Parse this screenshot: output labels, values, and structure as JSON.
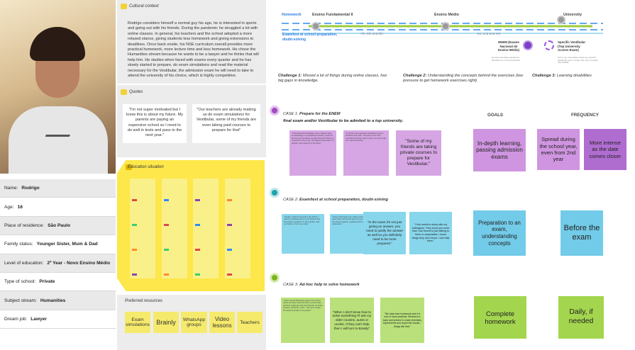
{
  "persona": {
    "fields": [
      {
        "label": "Name:",
        "value": "Rodrigo"
      },
      {
        "label": "Age:",
        "value": "16"
      },
      {
        "label": "Place of residence:",
        "value": "São Paulo"
      },
      {
        "label": "Family status:",
        "value": "Younger Sister, Mum & Dad"
      },
      {
        "label": "Level of education:",
        "value": "2º Year - Novo Ensino Médio"
      },
      {
        "label": "Type of school:",
        "value": "Private"
      },
      {
        "label": "Subject stream:",
        "value": "Humanities"
      },
      {
        "label": "Dream job:",
        "value": "Lawyer"
      }
    ]
  },
  "context": {
    "title": "Cultural context",
    "text": "Rodrigo considers himself a normal guy his age, he is interested in sports and going out with his friends. During the pandemic he struggled a lot with online classes. In general, his teachers and the school adopted a more relaxed stance, giving students less homework and giving extensions to deadlines. Once back onsite, his NSE curriculum overall provides more practical homework, more lecture time and less homework. He chose the Humanities stream because he wants to be a lawyer and he thinks that will help him. He studies when faced with exams every quarter and he has slowly started to prepare, do exam simulations and read the material necessary for the Vestibular, the admission exam he will need to take to attend the university of his choice, which is highly competitive."
  },
  "quotes": {
    "title": "Quotes",
    "items": [
      "\"I'm not super motivated but I know this is about my future. My parents are paying an expensive school so I need to do well in tests and pass to the next year.\"",
      "\"Our teachers are already making us do exam simulations for Vestibular, some of my friends are even taking paid courses to prepare for that\""
    ]
  },
  "education": {
    "title": "Education situation"
  },
  "resources": {
    "title": "Preferred resources",
    "items": [
      "Exam simulations",
      "Brainly",
      "WhatsApp groups",
      "Video lessons",
      "Teachers"
    ]
  },
  "timeline": {
    "homework": "Homework",
    "ef": "Ensino Fundamental II",
    "em": "Ensino Médio",
    "uni": "University",
    "grades_ef": "7th, 8th and 9th",
    "grades_em": "1st, 2nd and 3rd",
    "exam_label": "Exam/test at school preparation, doubt-solving",
    "enem": "ENEM (Exame Nacional do Ensino Médio)",
    "enem_sub": "do tests simulating (academic admission to most universities",
    "vest": "Specific Vestibular (Top University Access Exam)",
    "vest_sub": "Some top universities require an specific Vestibular exam, longer and more complex than ENEM"
  },
  "challenges": [
    {
      "label": "Challenge 1:",
      "text": "Missed a lot of things during online classes, has big gaps in knowledge."
    },
    {
      "label": "Challenge 2:",
      "text": "Understanding the concepts behind the exercises (low pressure to get homework exercises right)"
    },
    {
      "label": "Challenge 3:",
      "text": "Learning disabilities"
    }
  ],
  "headers": {
    "goals": "GOALS",
    "frequency": "FREQUENCY"
  },
  "cases": [
    {
      "label": "CASE 1:",
      "title": "Prepare for the ENEM",
      "subtitle": "final exam and/or Vestibular to be admited to a top university.",
      "notes": [
        "\"I think about the Vestibular, since I started I have an advantage in my discipline at school. I study for the last two big classes at high-school and that is so important for me to see, the biggest thing today is to prepare, and university is the future.\"",
        "\"In school I can't get exam simulations and our teachers work exam. The exam is the most important thing that I want to give it my best to get into a good university.\"",
        "\"Some of my friends are taking private courses to prepare for Vestibular.\""
      ],
      "goal": "In-depth learning, passing admission exams",
      "freq1": "Spread during the school year, even from 2nd year",
      "freq2": "More intense as the date comes closer"
    },
    {
      "label": "CASE 2:",
      "title": "Exam/test at school preparation, doubt-solving",
      "notes": [
        "\"Usually I study for the tests a day before, I read my notebook and try to remember what the teacher explained. If I have doubts I ask my friends or look it up online.\"",
        "\"Group study helps a lot, before a big test we meet online with friends and try to go through the content together, explaining what we understood.\"",
        "\"In the exam it's not just giving an answer, you need to justify the answer as well so you definitely need to be more prepared.\"",
        "\"I find useful to study with my colleagues. They know you more than I am forced to just talking to them or classmates. I know things they don't know. I can help them.\""
      ],
      "goal": "Preparation to an exam, understanding concepts",
      "freq": "Before the exam"
    },
    {
      "label": "CASE 3:",
      "title": "Ad-hoc help to solve homework",
      "notes": [
        "\"I have several WhatsApp groups from school where we share resources with my entire class and from subgroups with close friends, we share answers, resources, notes... We use to create the answers people in our groups.\"",
        "\"When I don't know how to solve something I'll ask my older cousins, aunts or uncles. If they can't help then I will turn to Brainly\"",
        "\"We have less homework and it is sort of more practical. Research a topic and present it, make chemistry experiments and report the results... things like that.\""
      ],
      "goal": "Complete homework",
      "freq": "Daily, if needed"
    }
  ]
}
